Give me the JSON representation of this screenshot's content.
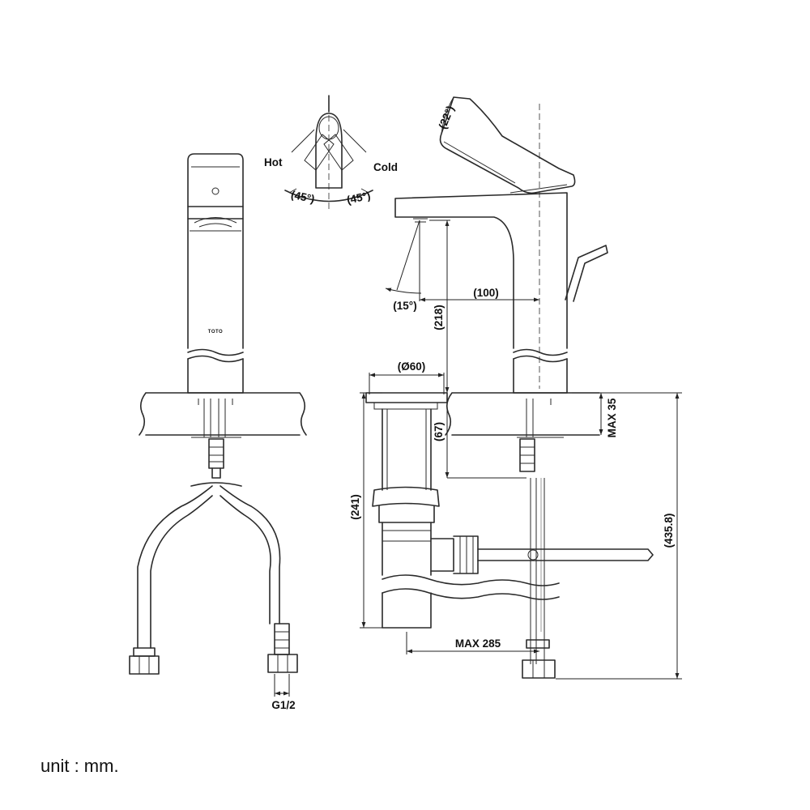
{
  "drawing": {
    "brand_mark": "TOTO",
    "handle_labels": {
      "hot": "Hot",
      "cold": "Cold"
    },
    "dimensions": {
      "hot_angle": "(45°)",
      "cold_angle": "(45°)",
      "handle_tilt": "(22°)",
      "spout_angle": "(15°)",
      "spout_reach": "(100)",
      "spout_height": "(218)",
      "drain_diameter": "(Ø60)",
      "below_deck_depth": "(67)",
      "max_deck_thickness": "MAX 35",
      "drain_length": "(241)",
      "total_height": "(435.8)",
      "max_rod_length": "MAX 285",
      "thread_size": "G1/2"
    }
  },
  "footer": {
    "unit_note": "unit : mm."
  }
}
